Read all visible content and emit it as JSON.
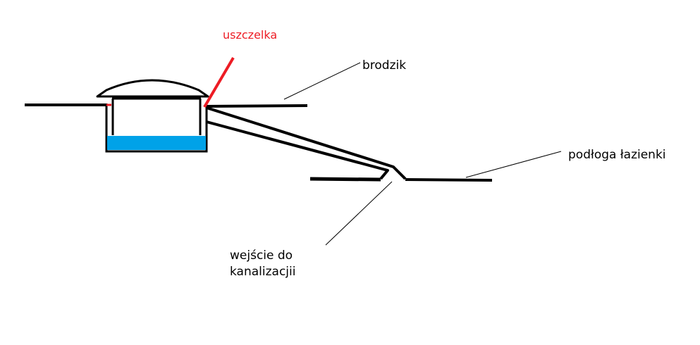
{
  "labels": {
    "gasket": "uszczelka",
    "tray": "brodzik",
    "floor": "podłoga łazienki",
    "sewer_line1": "wejście do",
    "sewer_line2": "kanalizacjii"
  },
  "colors": {
    "line": "#000000",
    "water": "#00a2e8",
    "gasket": "#ed1c24"
  }
}
